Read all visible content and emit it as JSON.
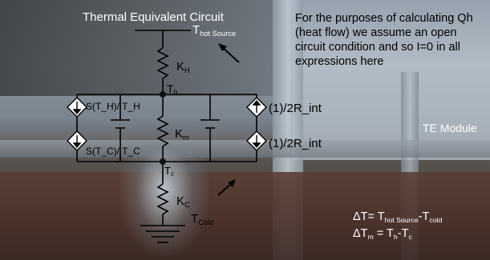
{
  "diagram": {
    "title": "Thermal Equivalent Circuit",
    "note": "For the purposes of calculating Qh (heat flow) we assume an open circuit condition and so I=0 in all expressions here",
    "module_label": "TE Module",
    "nodes": {
      "t_hot_source": {
        "main": "T",
        "sub": "hot Source"
      },
      "t_h": {
        "main": "T",
        "sub": "h"
      },
      "t_c": {
        "main": "T",
        "sub": "c"
      },
      "t_cold": {
        "main": "T",
        "sub": "Cold"
      }
    },
    "resistors": {
      "k_h": {
        "main": "K",
        "sub": "H"
      },
      "k_m": {
        "main": "K",
        "sub": "m"
      },
      "k_c": {
        "main": "K",
        "sub": "C"
      }
    },
    "sources": {
      "seebeck_hot": "S(T_H)/ T_H",
      "seebeck_cold": "S(T_C)/ T_C",
      "joule_top": "(1)/2R_int",
      "joule_bottom": "(1)/2R_int"
    },
    "equations": {
      "delta_t": {
        "lhs": "ΔT= T",
        "sub1": "hot Source",
        "mid": "-T",
        "sub2": "cold"
      },
      "delta_tm": {
        "lhs": "ΔT",
        "sub0": "m",
        "mid": " = T",
        "sub1": "h",
        "mid2": "-T",
        "sub2": "c"
      }
    },
    "colors": {
      "wire": "#000000",
      "node": "#111111",
      "arrow": "#000000"
    }
  }
}
